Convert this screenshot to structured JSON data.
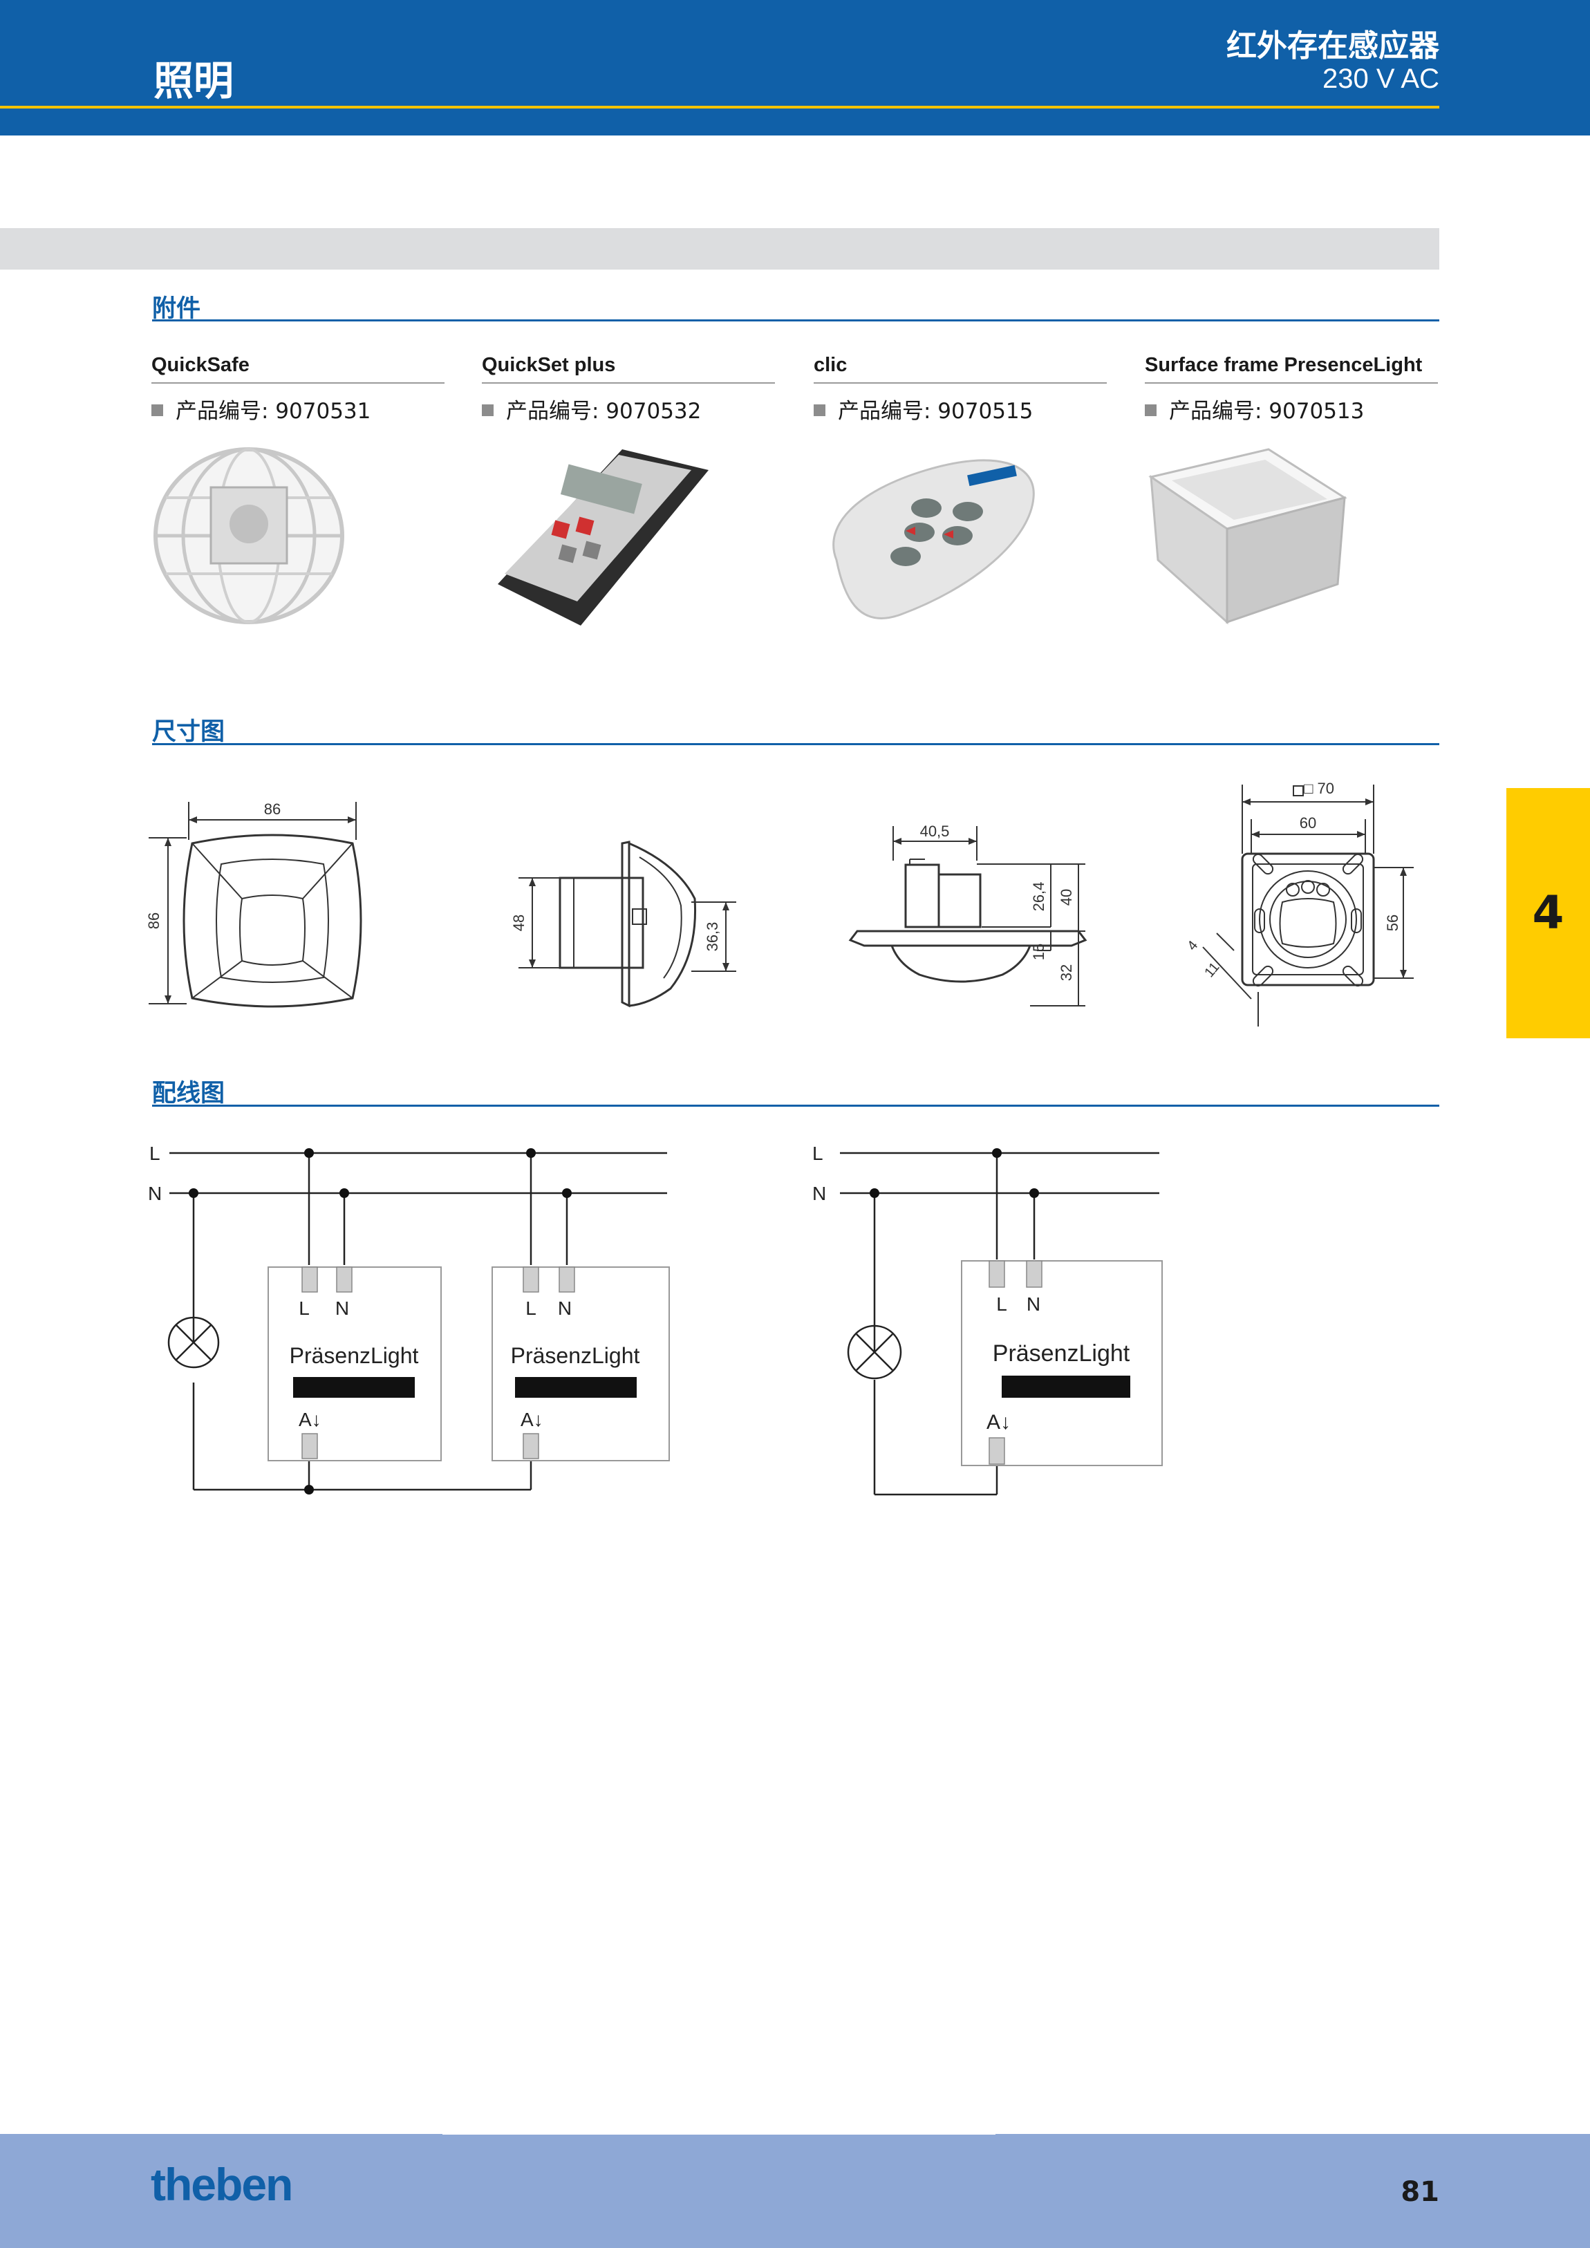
{
  "header": {
    "section": "照明",
    "product_title": "红外存在感应器",
    "voltage": "230 V AC"
  },
  "accessories": {
    "heading": "附件",
    "items": [
      {
        "name": "QuickSafe",
        "order": "产品编号: 9070531"
      },
      {
        "name": "QuickSet plus",
        "order": "产品编号: 9070532"
      },
      {
        "name": "clic",
        "order": "产品编号: 9070515"
      },
      {
        "name": "Surface frame PresenceLight",
        "order": "产品编号: 9070513"
      }
    ]
  },
  "dimensions": {
    "heading": "尺寸图",
    "front_width": "86",
    "front_height": "86",
    "side_height": "48",
    "side_depth": "36,3",
    "profile_width": "40,5",
    "profile_h1": "26,4",
    "profile_h2": "40",
    "profile_h3": "15",
    "profile_h4": "32",
    "frame_box": "□ 70",
    "frame_inner": "60",
    "frame_height": "56",
    "frame_small1": "4",
    "frame_small2": "11"
  },
  "wiring": {
    "heading": "配线图",
    "line_L": "L",
    "line_N": "N",
    "terminal_L": "L",
    "terminal_N": "N",
    "device_name": "PräsenzLight",
    "output": "A↓"
  },
  "side_tab": "4",
  "footer": {
    "logo": "theben",
    "page": "81"
  },
  "colors": {
    "brand_blue": "#1060a8",
    "accent_yellow": "#ffcc00",
    "footer_blue": "#8ea8d6"
  }
}
